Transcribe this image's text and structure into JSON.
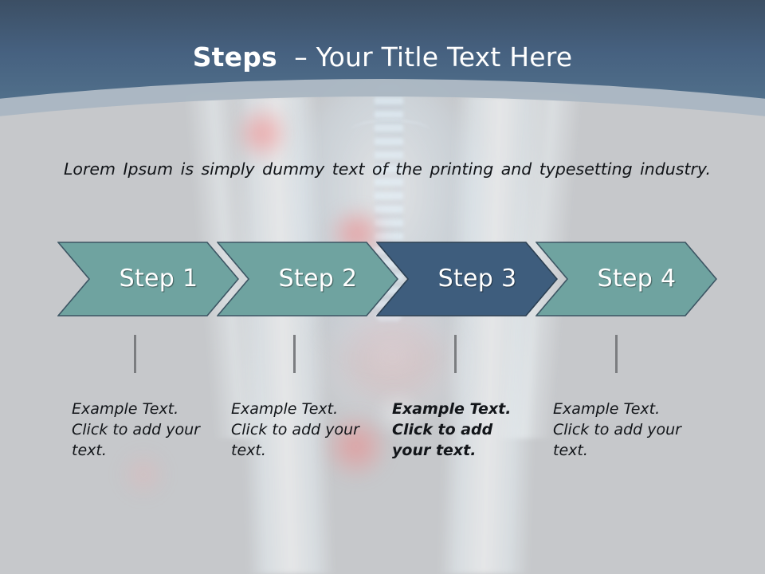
{
  "slide": {
    "title": {
      "bold_part": "Steps",
      "rest_part": "  – Your Title Text Here"
    },
    "body_text": "Lorem Ipsum is simply dummy text of the printing and typesetting industry.",
    "colors": {
      "header_top": "#3a4c60",
      "header_bottom": "#4f6d89",
      "arc_band": "#a9b5c1",
      "body_background": "#c6c8cb",
      "chevron_default": "#6fa3a0",
      "chevron_highlight": "#3e5d7d",
      "chevron_outline": "#3c5563",
      "tick_color": "#7b7d80",
      "title_text": "#ffffff",
      "body_text": "#111418"
    },
    "steps": [
      {
        "label": "Step 1",
        "highlighted": false,
        "caption": "Example Text. Click  to add your text.",
        "caption_bold": false
      },
      {
        "label": "Step 2",
        "highlighted": false,
        "caption": "Example Text. Click  to add your text.",
        "caption_bold": false
      },
      {
        "label": "Step 3",
        "highlighted": true,
        "caption": "Example Text. Click  to add your text.",
        "caption_bold": true
      },
      {
        "label": "Step 4",
        "highlighted": false,
        "caption": "Example Text. Click  to add your text.",
        "caption_bold": false
      }
    ]
  }
}
